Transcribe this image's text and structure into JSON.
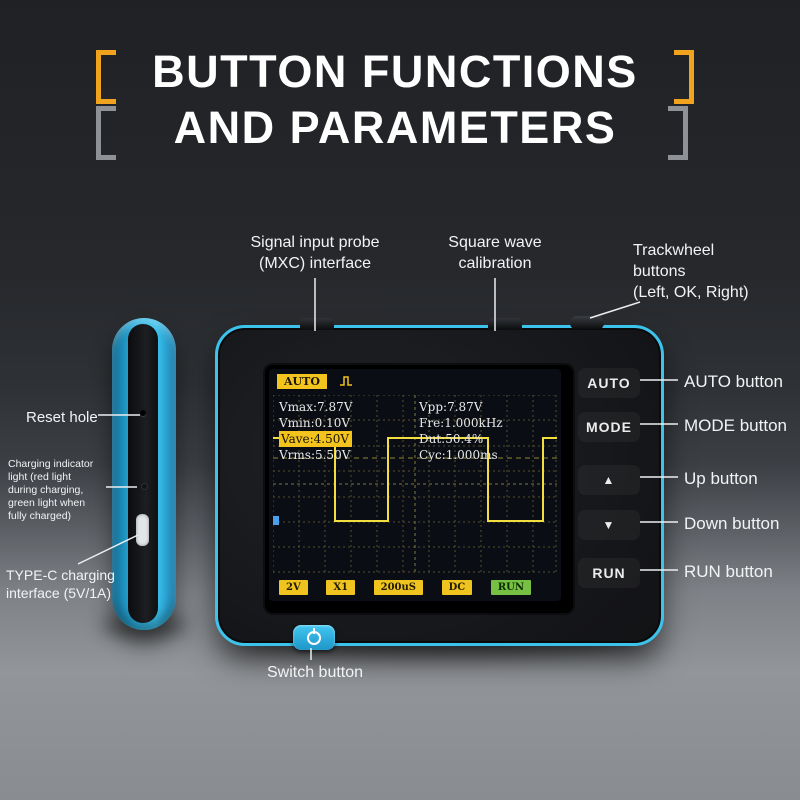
{
  "title": {
    "line1": "BUTTON FUNCTIONS",
    "line2": "AND PARAMETERS"
  },
  "colors": {
    "accent_orange": "#f2a31d",
    "bracket_gray": "#8e9196",
    "device_cyan": "#3cc3ec",
    "waveform_yellow": "#f2de3e",
    "badge_yellow": "#f0c41e",
    "badge_green": "#76c043"
  },
  "callouts": {
    "probe": "Signal input probe\n(MXC) interface",
    "square_wave": "Square wave\ncalibration",
    "trackwheel": "Trackwheel\nbuttons\n(Left, OK, Right)",
    "auto": "AUTO button",
    "mode": "MODE button",
    "up": "Up button",
    "down": "Down button",
    "run": "RUN button",
    "reset": "Reset hole",
    "charging": "Charging indicator\nlight (red light\nduring charging,\ngreen light when\nfully charged)",
    "typec": "TYPE-C charging\ninterface (5V/1A)",
    "switch": "Switch button"
  },
  "scope": {
    "mode_badge": "AUTO",
    "measurements_left": [
      "Vmax:7.87V",
      "Vmin:0.10V",
      "Vave:4.50V",
      "Vrms:5.50V"
    ],
    "measurements_right": [
      "Vpp:7.87V",
      "Fre:1.000kHz",
      "Dut:50.4%",
      "Cyc:1.000ms"
    ],
    "status_badges": [
      "2V",
      "X1",
      "200uS",
      "DC",
      "RUN"
    ],
    "panel_buttons": [
      "AUTO",
      "MODE",
      "▲",
      "▼",
      "RUN"
    ]
  }
}
